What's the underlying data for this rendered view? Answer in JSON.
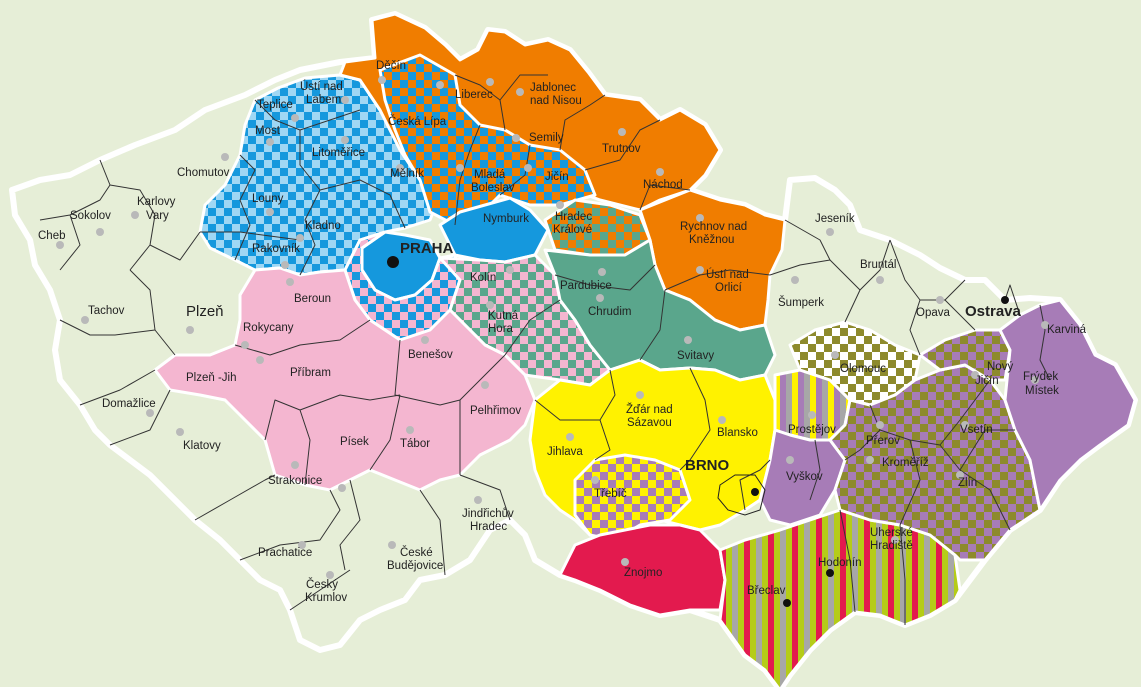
{
  "colors": {
    "background": "#e6eed7",
    "white": "#ffffff",
    "orange": "#f07d00",
    "blue": "#1598dd",
    "pink": "#f4b6d0",
    "teal": "#5aa68c",
    "yellow": "#fff200",
    "magenta": "#e31a4e",
    "purple": "#a77cb7",
    "olive": "#9a9a3c",
    "lime": "#b5cc18",
    "grey": "#a7a7a7"
  },
  "cities": {
    "praha": "PRAHA",
    "brno": "BRNO",
    "ostrava": "Ostrava",
    "plzen": "Plzeň"
  },
  "districts": {
    "decin": "Děčín",
    "usti_nad_labem_1": "Ústí nad",
    "usti_nad_labem_2": "Labem",
    "teplice": "Teplice",
    "most": "Most",
    "chomutov": "Chomutov",
    "karlovy_vary_1": "Karlovy",
    "karlovy_vary_2": "Vary",
    "sokolov": "Sokolov",
    "cheb": "Cheb",
    "litomerice": "Litoměřice",
    "melnik": "Mělník",
    "louny": "Louny",
    "kladno": "Kladno",
    "rakovnik": "Rakovník",
    "ceska_lipa": "Česká Lípa",
    "liberec": "Liberec",
    "jablonec_1": "Jablonec",
    "jablonec_2": "nad Nisou",
    "semily": "Semily",
    "trutnov": "Trutnov",
    "nachod": "Náchod",
    "mlada_boleslav_1": "Mladá",
    "mlada_boleslav_2": "Boleslav",
    "jicin": "Jičín",
    "nymburk": "Nymburk",
    "hradec_kralove_1": "Hradec",
    "hradec_kralove_2": "Králové",
    "rychnov_1": "Rychnov nad",
    "rychnov_2": "Kněžnou",
    "usti_nad_orlici_1": "Ústí nad",
    "usti_nad_orlici_2": "Orlicí",
    "kolin": "Kolín",
    "kutna_hora_1": "Kutná",
    "kutna_hora_2": "Hora",
    "pardubice": "Pardubice",
    "chrudim": "Chrudim",
    "svitavy": "Svitavy",
    "beroun": "Beroun",
    "rokycany": "Rokycany",
    "tachov": "Tachov",
    "plzen_jih": "Plzeň -Jih",
    "pribram": "Příbram",
    "benesov": "Benešov",
    "domazlice": "Domažlice",
    "klatovy": "Klatovy",
    "pisek": "Písek",
    "tabor": "Tábor",
    "pelhrimov": "Pelhřimov",
    "strakonice": "Strakonice",
    "jihlava": "Jihlava",
    "zdar_1": "Žďár nad",
    "zdar_2": "Sázavou",
    "blansko": "Blansko",
    "trebic": "Třebíč",
    "jindrichuv_1": "Jindřichův",
    "jindrichuv_2": "Hradec",
    "prachatice": "Prachatice",
    "ceske_budejovice_1": "České",
    "ceske_budejovice_2": "Budějovice",
    "cesky_krumlov_1": "Český",
    "cesky_krumlov_2": "Krumlov",
    "znojmo": "Znojmo",
    "breclav": "Břeclav",
    "hodonin": "Hodonín",
    "uherske_1": "Uherské",
    "uherske_2": "Hradiště",
    "zlin": "Zlín",
    "kromeriz": "Kroměříž",
    "prerov": "Přerov",
    "vsetin": "Vsetín",
    "vyskov": "Vyškov",
    "prostejov": "Prostějov",
    "olomouc": "Olomouc",
    "novy_jicin_1": "Nový",
    "novy_jicin_2": "Jičín",
    "frydek_1": "Frýdek",
    "frydek_2": "Místek",
    "karvina": "Karviná",
    "opava": "Opava",
    "sumperk": "Šumperk",
    "bruntal": "Bruntál",
    "jesenik": "Jeseník"
  }
}
